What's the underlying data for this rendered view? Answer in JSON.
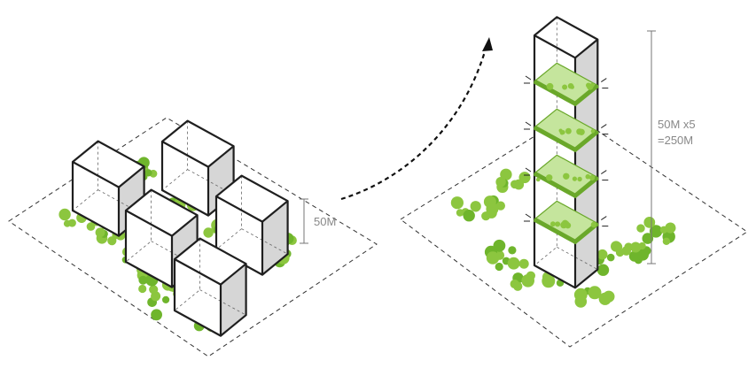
{
  "diagram": {
    "left_scheme": {
      "height_label": "50M"
    },
    "right_scheme": {
      "height_label_line1": "50M x5",
      "height_label_line2": "=250M"
    }
  },
  "colors": {
    "greenery": "#8cc63f",
    "greenery_dark": "#6fb52c",
    "garden_floor": "#c5e59d",
    "cube_shadow": "#d6d6d6",
    "outline": "#1f1f1f"
  }
}
